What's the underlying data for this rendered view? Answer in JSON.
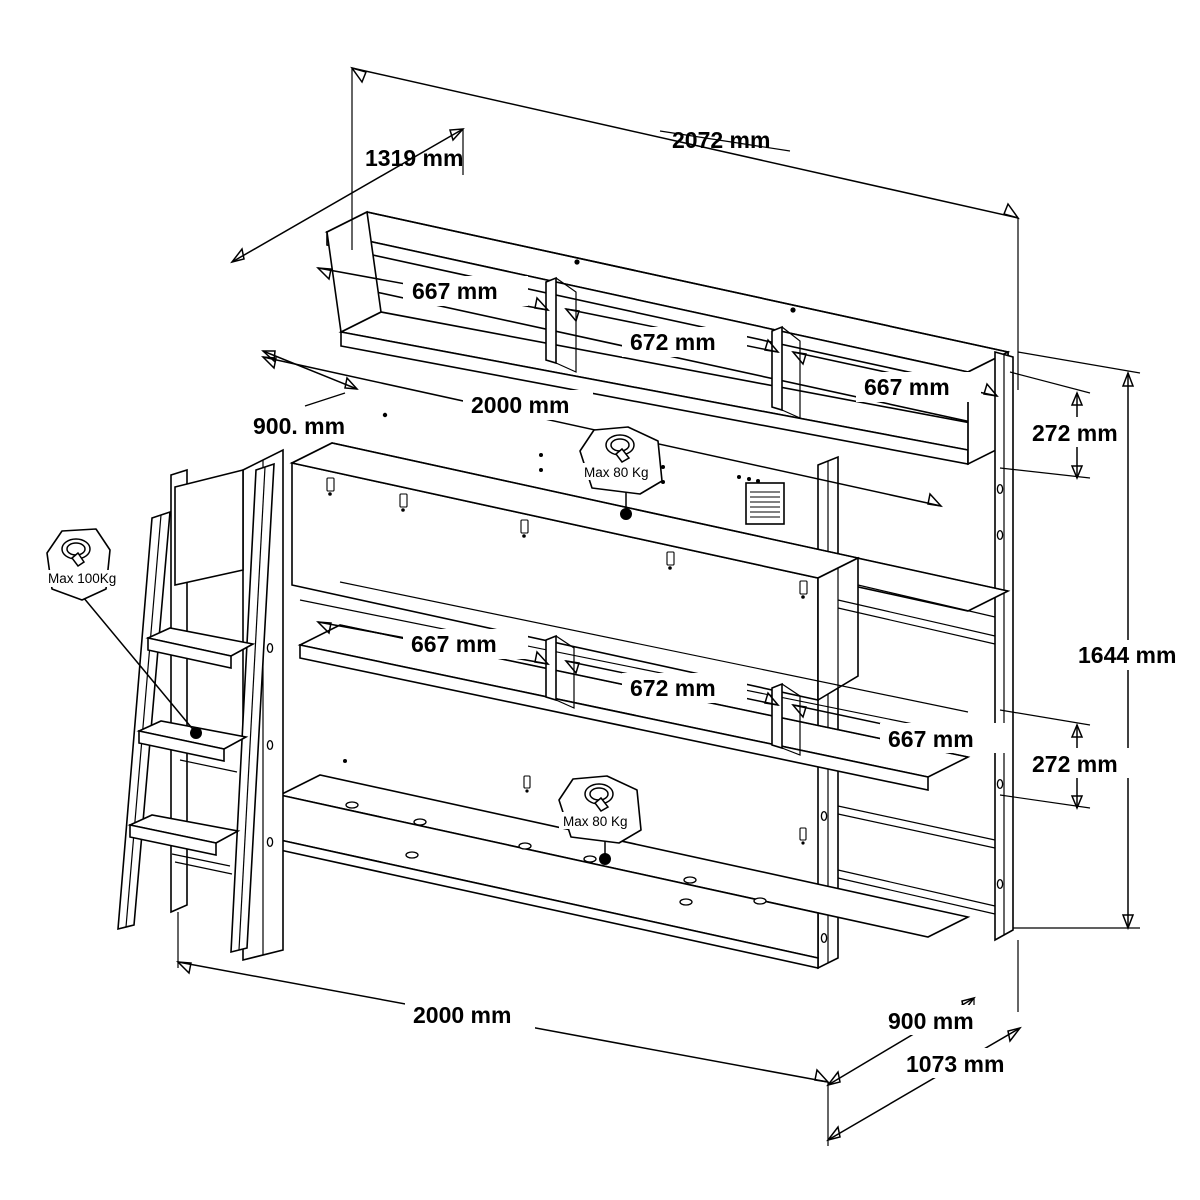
{
  "drawing": {
    "title": "Bunk bed with shelves - dimensioned isometric assembly drawing",
    "units": "mm",
    "line_color": "#000000",
    "background": "#ffffff"
  },
  "dimensions": {
    "overall_diagonal_top": "2072 mm",
    "depth_top_left": "1319 mm",
    "bed_width_upper_left": "900. mm",
    "bed_length_upper": "2000 mm",
    "shelf_upper_left": "667 mm",
    "shelf_upper_middle": "672 mm",
    "shelf_upper_right": "667 mm",
    "shelf_lower_left": "667 mm",
    "shelf_lower_middle": "672 mm",
    "shelf_lower_right": "667 mm",
    "shelf_height_upper": "272 mm",
    "shelf_height_lower": "272 mm",
    "overall_height": "1644 mm",
    "bed_length_lower": "2000 mm",
    "depth_bottom_900": "900 mm",
    "depth_bottom_1073": "1073 mm"
  },
  "load_badges": [
    {
      "id": "ladder-load",
      "label": "Max 100Kg"
    },
    {
      "id": "upper-bunk-load",
      "label": "Max 80  Kg"
    },
    {
      "id": "lower-bunk-load",
      "label": "Max 80  Kg"
    }
  ],
  "icons": {
    "weight_badge": "weight-limit-icon",
    "warning_sticker": "warning-label-icon"
  }
}
